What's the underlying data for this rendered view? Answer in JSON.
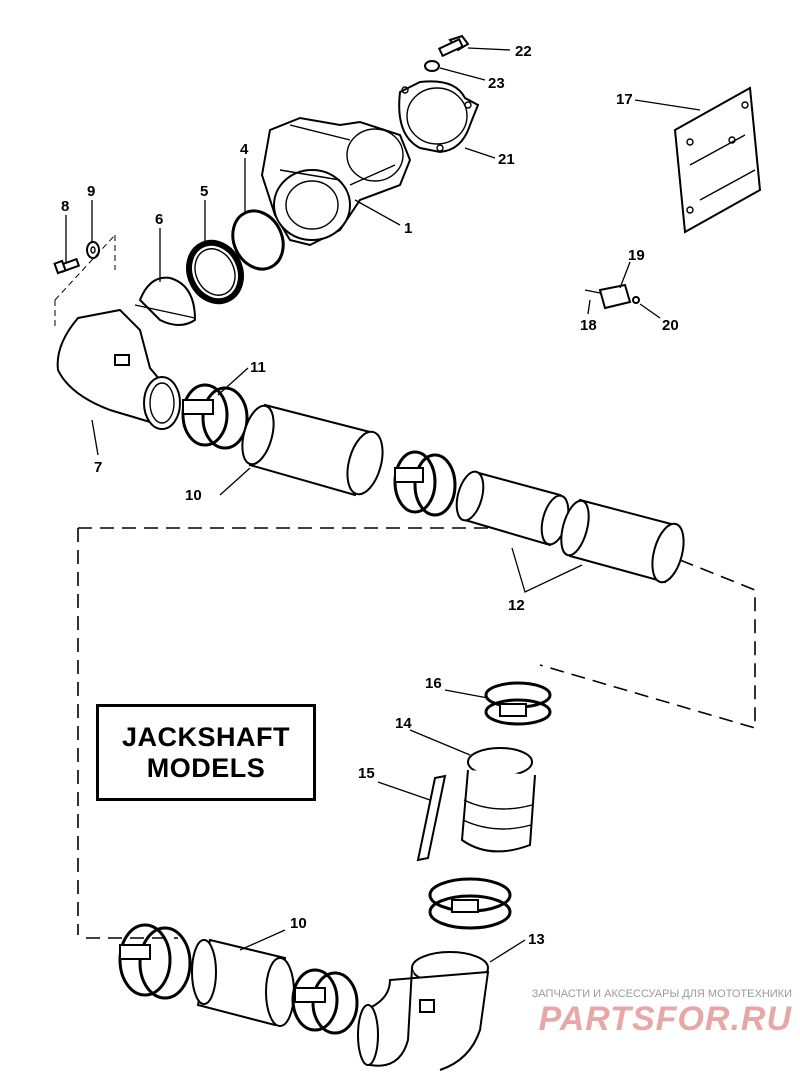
{
  "title_box": {
    "line1": "JACKSHAFT",
    "line2": "MODELS"
  },
  "callouts": {
    "c1": "1",
    "c4": "4",
    "c5": "5",
    "c6": "6",
    "c7": "7",
    "c8": "8",
    "c9": "9",
    "c10a": "10",
    "c10b": "10",
    "c11": "11",
    "c12": "12",
    "c13": "13",
    "c14": "14",
    "c15": "15",
    "c16": "16",
    "c17": "17",
    "c18": "18",
    "c19": "19",
    "c20": "20",
    "c21": "21",
    "c22": "22",
    "c23": "23"
  },
  "watermark": {
    "line1": "ЗАПЧАСТИ И АКСЕССУАРЫ ДЛЯ МОТОТЕХНИКИ",
    "line2": "PARTSFOR.RU"
  }
}
